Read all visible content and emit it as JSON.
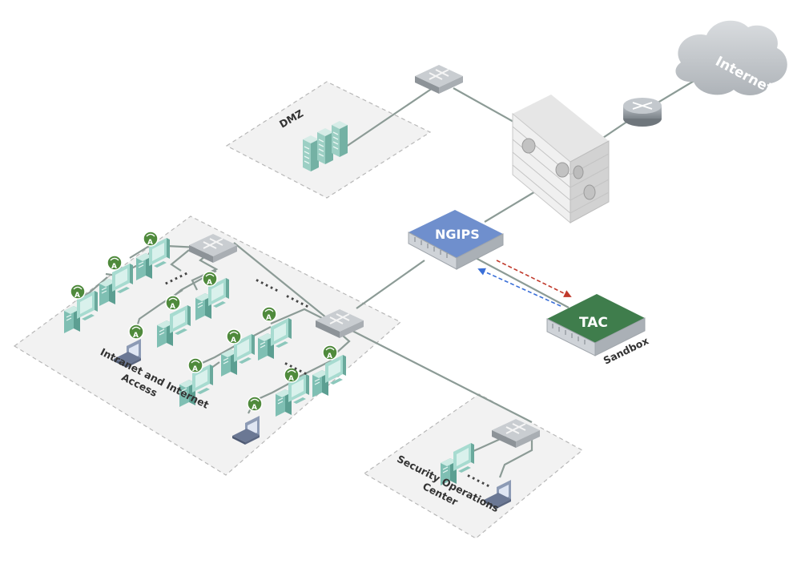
{
  "nodes": {
    "internet": "Internet",
    "dmz": "DMZ",
    "ngips": "NGIPS",
    "tac": "TAC",
    "sandbox": "Sandbox",
    "intranet_line1": "Intranet and Internet",
    "intranet_line2": "Access",
    "soc_line1": "Security Operations",
    "soc_line2": "Center"
  },
  "ellipsis": ".....",
  "agent_badge": "A",
  "colors": {
    "ngips": "#5d7bb8",
    "tac": "#3b7a48",
    "agent_badge": "#4f8a3c",
    "outbound_arrow": "#c0392b",
    "inbound_arrow": "#3a6fd8",
    "zone_fill": "#f2f2f2",
    "device_teal": "#9fd4c9",
    "cloud": "#c8ccd0"
  }
}
